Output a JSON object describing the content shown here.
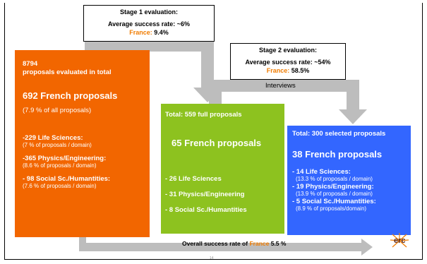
{
  "stage1": {
    "title": "Stage 1 evaluation:",
    "avg": "Average success rate: ~6%",
    "france_label": "France:",
    "france_value": "9.4%"
  },
  "stage2": {
    "title": "Stage 2 evaluation:",
    "avg": "Average success rate: ~54%",
    "france_label": "France:",
    "france_value": "58.5%"
  },
  "interviews_label": "Interviews",
  "box_total": {
    "count": "8794",
    "count_label": "proposals evaluated in total",
    "french": "692 French  proposals",
    "french_pct": "(7.9 % of all proposals)",
    "items": [
      {
        "label": "-229 Life Sciences:",
        "sub": "(7 % of proposals / domain)"
      },
      {
        "label": "-365 Physics/Engineering:",
        "sub": "(8.6 % of proposals / domain)"
      },
      {
        "label": "- 98 Social Sc./Humantities:",
        "sub": "(7.6 % of proposals / domain)"
      }
    ]
  },
  "box_full": {
    "head": "Total: 559 full proposals",
    "french": "65 French proposals",
    "items": [
      {
        "label": "- 26 Life Sciences"
      },
      {
        "label": "- 31 Physics/Engineering"
      },
      {
        "label": "- 8 Social Sc./Humantities"
      }
    ]
  },
  "box_selected": {
    "head": "Total: 300 selected proposals",
    "french": "38 French proposals",
    "items": [
      {
        "label": "- 14 Life Sciences:",
        "sub": "(13.3 % of proposals / domain)"
      },
      {
        "label": "- 19 Physics/Engineering:",
        "sub": "(13.9 % of proposals / domain)"
      },
      {
        "label": "- 5 Social Sc./Humantities:",
        "sub": "(8.9 % of proposals/domain)"
      }
    ]
  },
  "overall": {
    "prefix": "Overall success rate of",
    "country": "France",
    "value": "5.5 %"
  },
  "page_number": "14",
  "logo_text": "erc",
  "colors": {
    "orange_box": "#f26600",
    "green_box": "#8dc21f",
    "blue_box": "#3366ff",
    "arrow_grey": "#bdbdbd",
    "france_orange": "#f07c00"
  }
}
